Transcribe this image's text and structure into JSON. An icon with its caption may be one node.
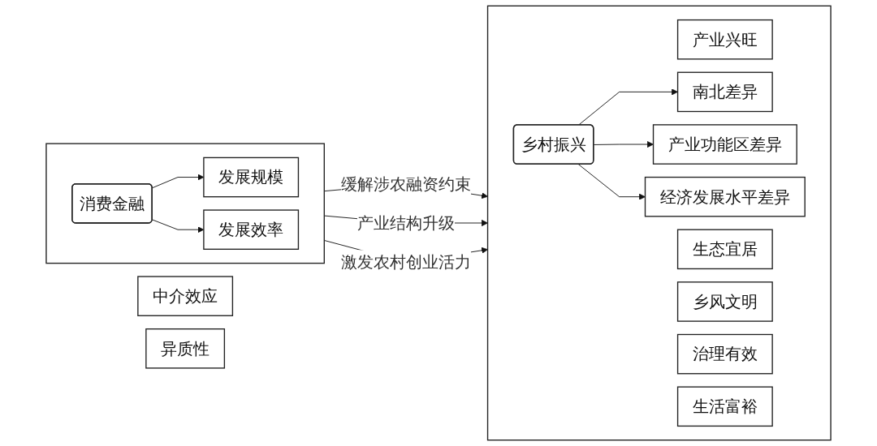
{
  "diagram": {
    "nodes": [
      {
        "text": [
          "中介效应"
        ]
      },
      {
        "text": [
          "异质性"
        ]
      },
      {
        "text": [],
        "shape": "box"
      },
      {
        "text": [
          "消费金融"
        ],
        "in": 2
      },
      {
        "text": [
          "发展规模"
        ],
        "in": 2
      },
      {
        "text": [
          "发展效率"
        ],
        "in": 2
      },
      {
        "text": [],
        "shape": "box"
      },
      {
        "text": [
          "产业兴旺"
        ],
        "in": 6
      },
      {
        "text": [
          "生态宜居"
        ],
        "in": 6
      },
      {
        "text": [
          "乡风文明"
        ],
        "in": 6
      },
      {
        "text": [
          "治理有效"
        ],
        "in": 6
      },
      {
        "text": [
          "生活富裕"
        ],
        "in": 6
      },
      {
        "text": [
          "乡村振兴"
        ],
        "in": 6
      },
      {
        "text": [
          "南北差异"
        ],
        "in": 6
      },
      {
        "text": [
          "产业功能区差异"
        ],
        "in": 6
      },
      {
        "text": [
          "经济发展水平差异"
        ],
        "in": 6
      }
    ],
    "edges": [
      {
        "from": 3,
        "to": 4,
        "arrow": "to"
      },
      {
        "from": 3,
        "to": 5,
        "arrow": "to"
      },
      {
        "from": 2,
        "to": 6,
        "label": "缓解涉农融资约束",
        "arrow": "to"
      },
      {
        "from": 2,
        "to": 6,
        "label": "产业结构升级",
        "arrow": "to"
      },
      {
        "from": 2,
        "to": 6,
        "label": "激发农村创业活力",
        "arrow": "to"
      },
      {
        "from": 12,
        "to": 13,
        "arrow": "to"
      },
      {
        "from": 12,
        "to": 14,
        "arrow": "to"
      },
      {
        "from": 12,
        "to": 15,
        "arrow": "to"
      }
    ]
  }
}
